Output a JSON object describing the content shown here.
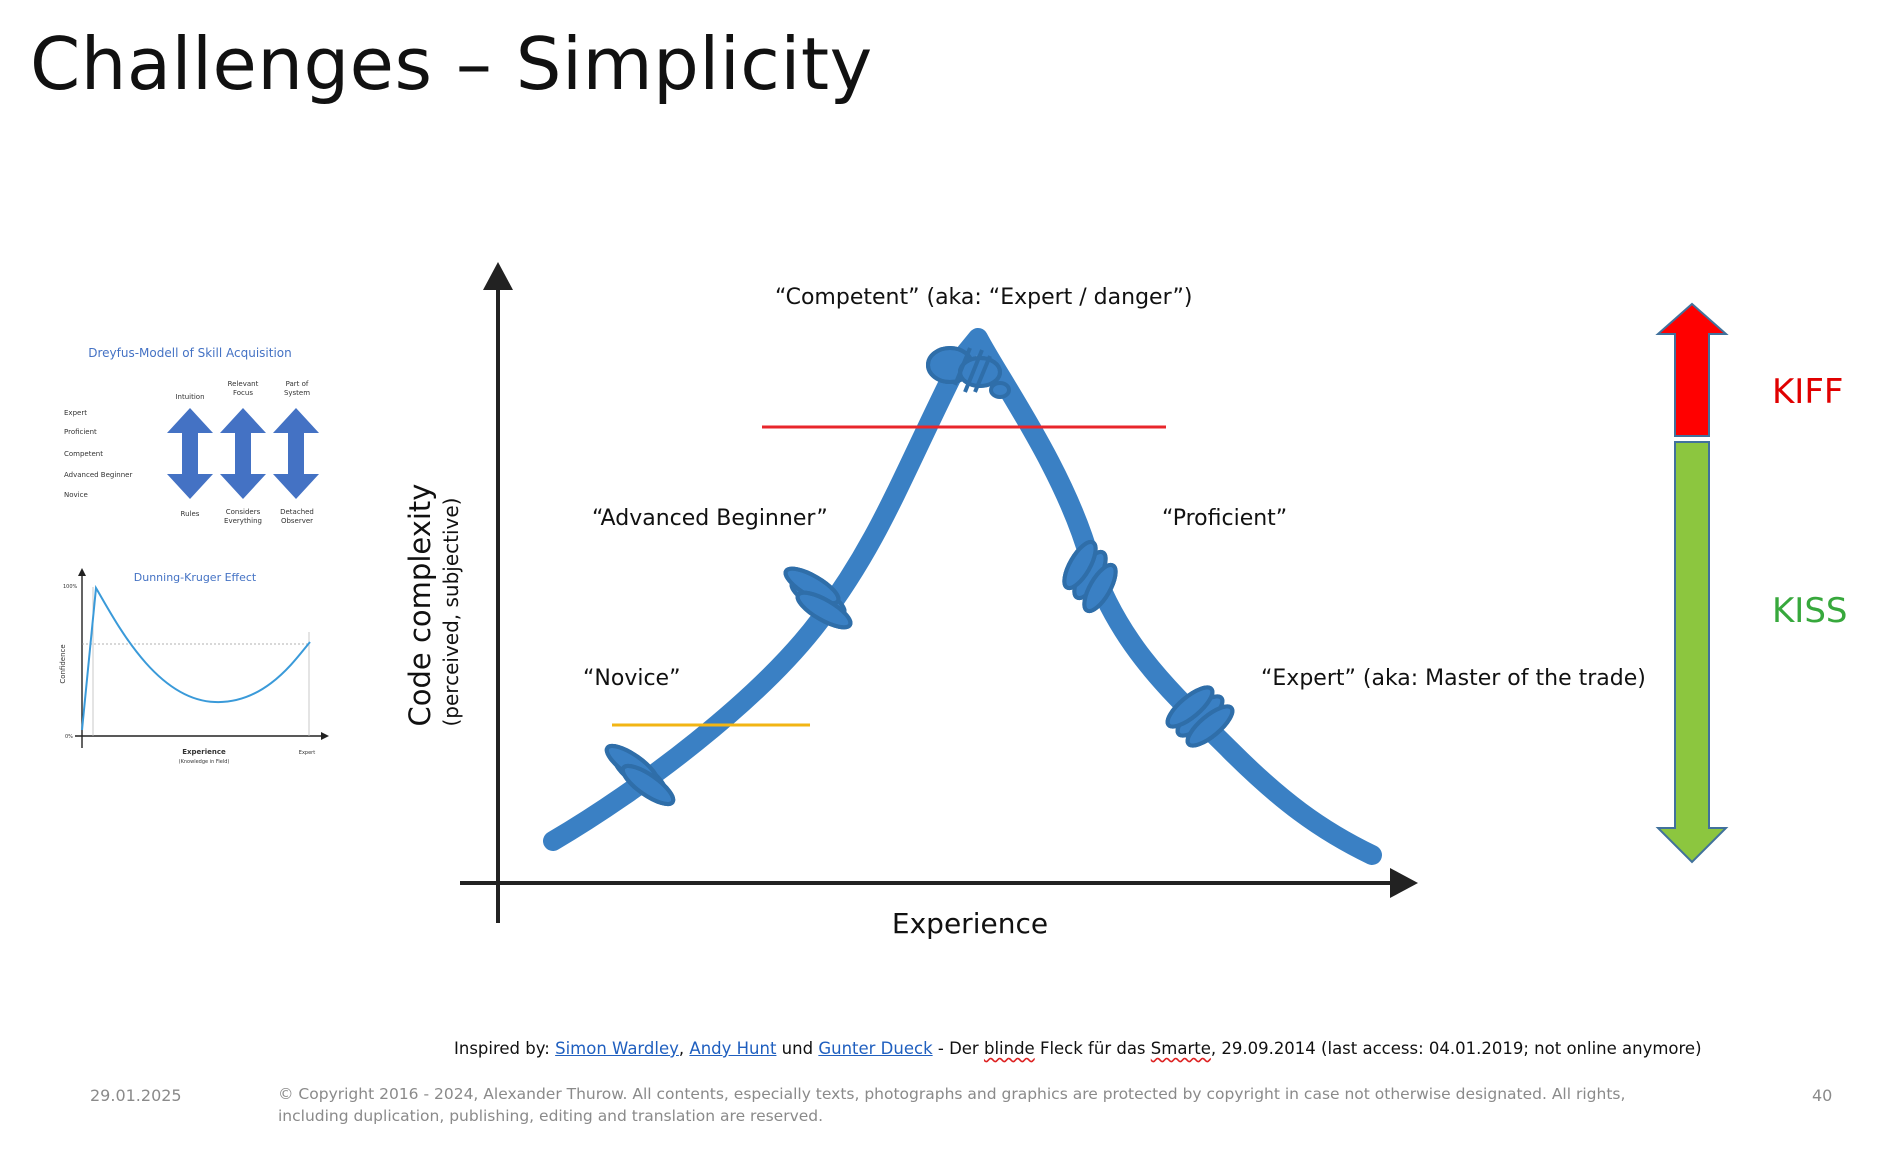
{
  "slide": {
    "title": "Challenges – Simplicity",
    "date": "29.01.2025",
    "page_number": "40",
    "copyright": "© Copyright 2016 - 2024, Alexander Thurow. All contents, especially texts, photographs and graphics are protected by copyright in case not otherwise designated. All rights, including duplication, publishing, editing and translation are reserved."
  },
  "inspired": {
    "prefix": "Inspired by: ",
    "author1": "Simon Wardley",
    "sep1": ", ",
    "author2": "Andy Hunt",
    "sep2": " und ",
    "author3": "Gunter Dueck",
    "mid1": " - Der ",
    "blinde": "blinde",
    "mid2": " Fleck für das ",
    "smarte": "Smarte",
    "suffix": ", 29.09.2014 (last access: 04.01.2019; not online anymore)"
  },
  "main_diagram": {
    "y_axis_label": "Code complexity",
    "y_axis_sublabel": "(perceived, subjective)",
    "x_axis_label": "Experience",
    "stages": {
      "novice": "“Novice”",
      "advanced_beginner": "“Advanced Beginner”",
      "competent": "“Competent” (aka: “Expert / danger”)",
      "proficient": "“Proficient”",
      "expert": "“Expert” (aka: Master of the trade)"
    },
    "colors": {
      "rope": "#3a80c4",
      "red_line": "#e8262b",
      "yellow_line": "#f2b514",
      "axis": "#222222"
    }
  },
  "side_arrows": {
    "kiff": "KIFF",
    "kiss": "KISS",
    "colors": {
      "kiff": "#e00000",
      "kiss": "#37a83c",
      "kiff_fill": "#ff0000",
      "kiss_fill": "#8cc63f",
      "outline": "#41719c"
    }
  },
  "dreyfus": {
    "title": "Dreyfus-Modell of Skill Acquisition",
    "levels": [
      "Expert",
      "Proficient",
      "Competent",
      "Advanced Beginner",
      "Novice"
    ],
    "top_labels": [
      "Intuition",
      "Relevant Focus",
      "Part of System"
    ],
    "bottom_labels": [
      "Rules",
      "Considers Everything",
      "Detached Observer"
    ],
    "arrow_color": "#4472c4"
  },
  "dunning_kruger": {
    "title": "Dunning-Kruger Effect",
    "ylabel": "Confidence",
    "xlabel": "Experience",
    "xsublabel": "(Knowledge in Field)",
    "y_top_label": "100%",
    "y_bottom_label": "0%",
    "x_end_label": "Expert",
    "curve_color": "#3a9ad9"
  }
}
